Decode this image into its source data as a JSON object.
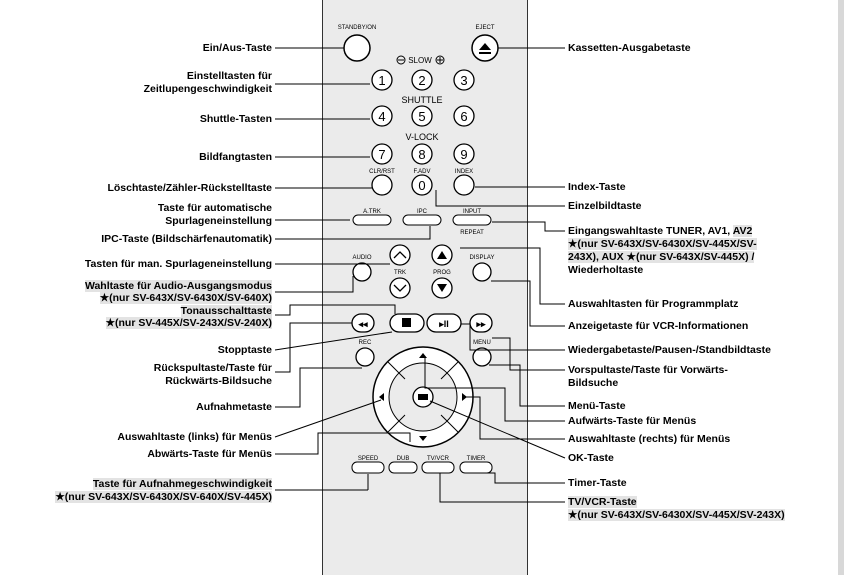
{
  "remote": {
    "standby": "STANDBY/ON",
    "eject": "EJECT",
    "slow": "SLOW",
    "shuttle": "SHUTTLE",
    "vlock": "V-LOCK",
    "digits": [
      "1",
      "2",
      "3",
      "4",
      "5",
      "6",
      "7",
      "8",
      "9",
      "0"
    ],
    "clr": "CLR/RST",
    "fadv": "F.ADV",
    "index": "INDEX",
    "atrk": "A.TRK",
    "ipc": "IPC",
    "input": "INPUT",
    "repeat": "REPEAT",
    "audio": "AUDIO",
    "trk": "TRK",
    "prog": "PROG",
    "display": "DISPLAY",
    "rec": "REC",
    "menu": "MENU",
    "speed": "SPEED",
    "dub": "DUB",
    "tvvcr": "TV/VCR",
    "timer": "TIMER"
  },
  "labels_left": [
    "Ein/Aus-Taste",
    "Einstelltasten für",
    "Zeitlupengeschwindigkeit",
    "Shuttle-Tasten",
    "Bildfangtasten",
    "Löschtaste/Zähler-Rückstelltaste",
    "Taste für automatische",
    "Spurlageneinstellung",
    "IPC-Taste (Bildschärfenautomatik)",
    "Tasten für man. Spurlageneinstellung",
    "Wahltaste für Audio-Ausgangsmodus",
    "★(nur SV-643X/SV-6430X/SV-640X)",
    "Tonausschalttaste",
    "★(nur SV-445X/SV-243X/SV-240X)",
    "Stopptaste",
    "Rückspultaste/Taste für",
    "Rückwärts-Bildsuche",
    "Aufnahmetaste",
    "Auswahltaste (links) für Menüs",
    "Abwärts-Taste für Menüs",
    "Taste für Aufnahmegeschwindigkeit",
    "★(nur SV-643X/SV-6430X/SV-640X/SV-445X)"
  ],
  "labels_right": [
    "Kassetten-Ausgabetaste",
    "Index-Taste",
    "Einzelbildtaste",
    "Eingangswahltaste TUNER, AV1,",
    "AV2",
    "★(nur SV-643X/SV-6430X/SV-445X/SV-",
    "243X), AUX ★(nur SV-643X/SV-445X) /",
    "Wiederholtaste",
    "Auswahltasten für Programmplatz",
    "Anzeigetaste für VCR-Informationen",
    "Wiedergabetaste/Pausen-/Standbildtaste",
    "Vorspultaste/Taste für Vorwärts-",
    "Bildsuche",
    "Menü-Taste",
    "Aufwärts-Taste für Menüs",
    "Auswahltaste (rechts) für Menüs",
    "OK-Taste",
    "Timer-Taste",
    "TV/VCR-Taste",
    "★(nur SV-643X/SV-6430X/SV-445X/SV-243X)"
  ]
}
